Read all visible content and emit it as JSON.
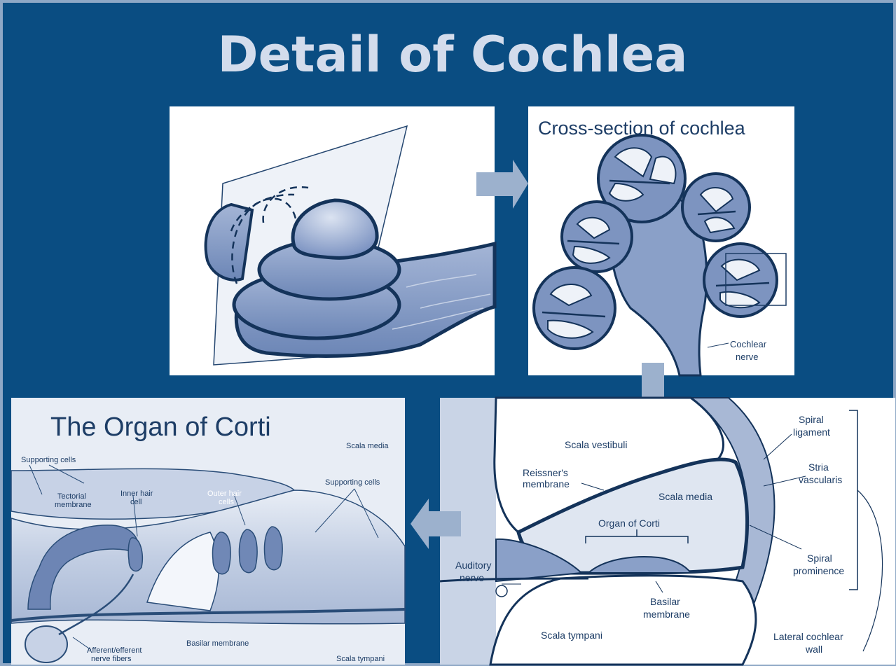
{
  "slide": {
    "title": "Detail of Cochlea",
    "colors": {
      "background": "#0a4d82",
      "border": "#8fa8c6",
      "title": "#d3dcec",
      "arrow": "#9cb1cd",
      "ink": "#14335a",
      "fill": "#7d94c0",
      "panel": "#e6ebf3"
    }
  },
  "panel_cochlea": {
    "illustration": "cochlea-with-section-plane"
  },
  "panel_cross_section": {
    "heading": "Cross-section of cochlea",
    "labels": {
      "nerve": [
        "Cochlear",
        "nerve"
      ]
    }
  },
  "panel_duct": {
    "labels": {
      "scala_vestibuli": "Scala vestibuli",
      "reissner": [
        "Reissner's",
        "membrane"
      ],
      "scala_media": "Scala media",
      "organ_of_corti": "Organ of Corti",
      "spiral_ligament": [
        "Spiral",
        "ligament"
      ],
      "stria_vascularis": [
        "Stria",
        "vascularis"
      ],
      "spiral_prominence": [
        "Spiral",
        "prominence"
      ],
      "auditory_nerve": [
        "Auditory",
        "nerve"
      ],
      "basilar_membrane": [
        "Basilar",
        "membrane"
      ],
      "scala_tympani": "Scala tympani",
      "lateral_wall": [
        "Lateral cochlear",
        "wall"
      ]
    }
  },
  "panel_corti": {
    "heading": "The Organ of Corti",
    "labels": {
      "scala_media": "Scala media",
      "supporting_cells_left": "Supporting cells",
      "tectorial": [
        "Tectorial",
        "membrane"
      ],
      "inner_hair": [
        "Inner hair",
        "cell"
      ],
      "outer_hair": [
        "Outer hair",
        "cells"
      ],
      "supporting_cells_right": "Supporting cells",
      "basilar_membrane": "Basilar membrane",
      "nerve_fibers": [
        "Afferent/efferent",
        "nerve fibers"
      ],
      "scala_tympani": "Scala tympani"
    }
  },
  "arrows": [
    "right-arrow",
    "down-arrow",
    "left-arrow"
  ]
}
